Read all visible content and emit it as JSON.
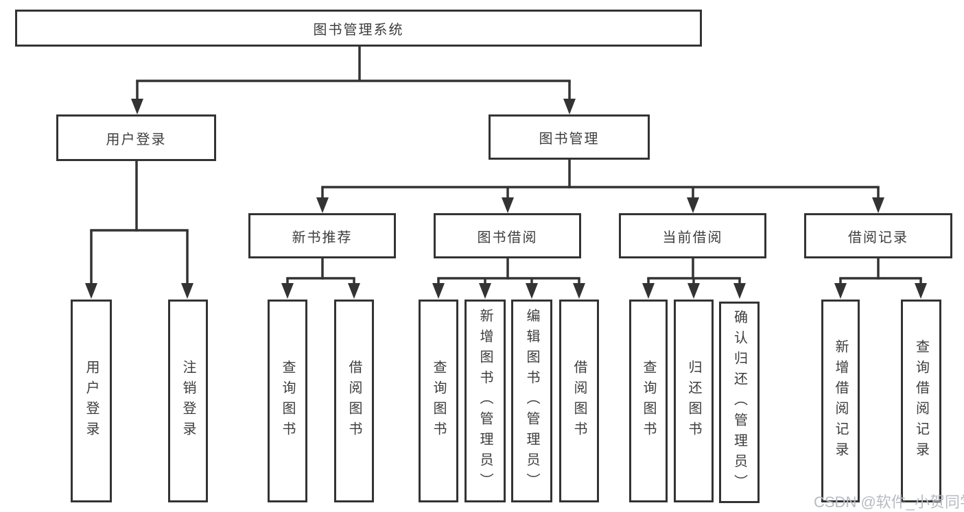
{
  "tree": {
    "label": "图书管理系统",
    "children": [
      {
        "label": "用户登录",
        "children": [
          {
            "label": "用户登录"
          },
          {
            "label": "注销登录"
          }
        ]
      },
      {
        "label": "图书管理",
        "children": [
          {
            "label": "新书推荐",
            "children": [
              {
                "label": "查询图书"
              },
              {
                "label": "借阅图书"
              }
            ]
          },
          {
            "label": "图书借阅",
            "children": [
              {
                "label": "查询图书"
              },
              {
                "label": "新增图书（管理员）"
              },
              {
                "label": "编辑图书（管理员）"
              },
              {
                "label": "借阅图书"
              }
            ]
          },
          {
            "label": "当前借阅",
            "children": [
              {
                "label": "查询图书"
              },
              {
                "label": "归还图书"
              },
              {
                "label": "确认归还（管理员）"
              }
            ]
          },
          {
            "label": "借阅记录",
            "children": [
              {
                "label": "新增借阅记录"
              },
              {
                "label": "查询借阅记录"
              }
            ]
          }
        ]
      }
    ]
  },
  "watermark": {
    "text": "CSDN @软件_小贺同学"
  },
  "colors": {
    "line": "#333333",
    "box_border": "#333333",
    "text": "#3d3d3d",
    "watermark": "#b7bbc2",
    "background": "#ffffff"
  }
}
